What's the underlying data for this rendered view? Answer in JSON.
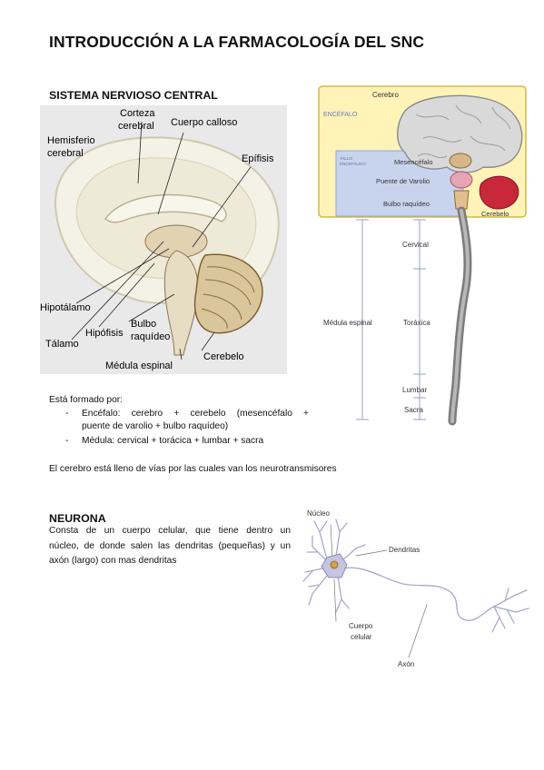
{
  "title": "INTRODUCCIÓN A LA FARMACOLOGÍA DEL SNC",
  "section1": {
    "heading": "SISTEMA NERVIOSO CENTRAL",
    "brain_labels": {
      "corteza_1": "Corteza",
      "corteza_2": "cerebral",
      "cuerpo_calloso": "Cuerpo calloso",
      "hemisferio_1": "Hemisferio",
      "hemisferio_2": "cerebral",
      "epifisis": "Epífisis",
      "hipotalamo": "Hipotálamo",
      "hipofisis": "Hipófisis",
      "bulbo_1": "Bulbo",
      "bulbo_2": "raquídeo",
      "talamo": "Tálamo",
      "cerebelo": "Cerebelo",
      "medula": "Médula espinal"
    },
    "cns_labels": {
      "cerebro": "Cerebro",
      "encefalo": "ENCÉFALO",
      "tallo_1": "TALLO",
      "tallo_2": "ENCEFÁLICO",
      "mesencefalo": "Mesencéfalo",
      "puente": "Puente de Varolio",
      "bulbo": "Bulbo raquídeo",
      "cerebelo": "Cerebelo",
      "medula": "Médula espinal",
      "cervical": "Cervical",
      "toraxica": "Toráxica",
      "lumbar": "Lumbar",
      "sacra": "Sacra"
    },
    "formed_by": "Está formado por:",
    "list": [
      "Encéfalo: cerebro + cerebelo (mesencéfalo +",
      "puente de varolio + bulbo raquídeo)",
      "Médula: cervical + torácica + lumbar + sacra"
    ],
    "note": "El cerebro está lleno de vías por las cuales van los neurotransmisores"
  },
  "section2": {
    "heading": "NEURONA",
    "paragraph": [
      "Consta de un cuerpo celular, que tiene dentro un",
      "núcleo, de donde salen las dendritas (pequeñas) y un",
      "axón (largo) con mas dendritas"
    ],
    "neuron_labels": {
      "nucleo": "Núcleo",
      "dendritas": "Dendritas",
      "cuerpo_1": "Cuerpo",
      "cuerpo_2": "celular",
      "axon": "Axón"
    }
  },
  "colors": {
    "cns_panel_bg": "#fff3b8",
    "cns_panel_border": "#d4b84a",
    "brainstem_box": "#c8d4ee",
    "cerebellum_red": "#c8283a",
    "neuron_line": "#a9a9c9"
  }
}
